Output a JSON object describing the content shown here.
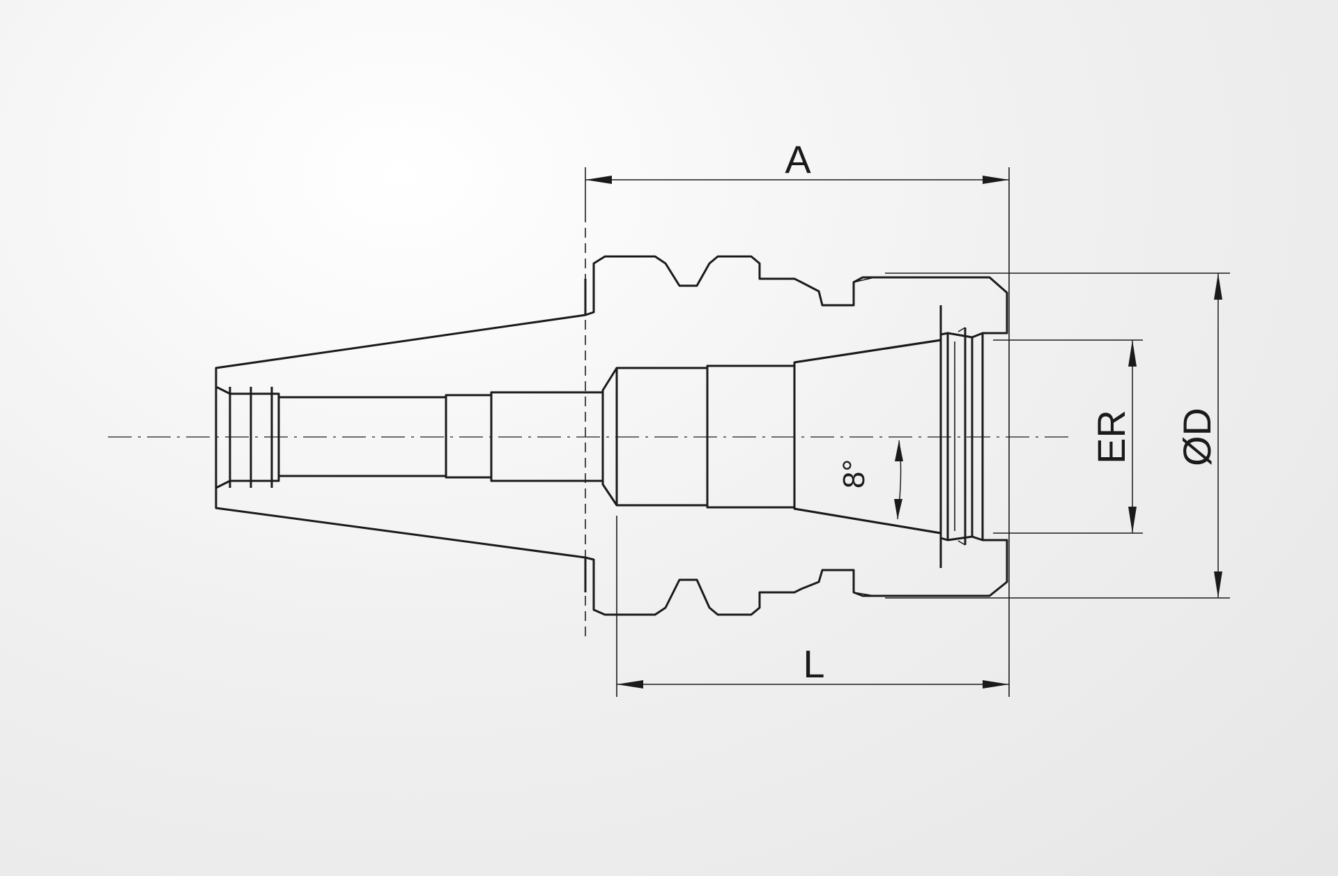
{
  "labels": {
    "length_a": "A",
    "length_l": "L",
    "collet_er": "ER",
    "diameter_d": "ØD",
    "taper_angle": "8°"
  },
  "colors": {
    "line": "#1a1a1a",
    "background": "#ececec"
  }
}
